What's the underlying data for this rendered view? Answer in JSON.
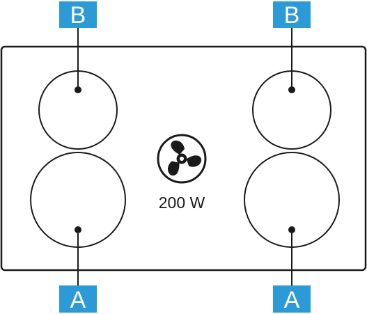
{
  "callouts": {
    "top_left": "B",
    "top_right": "B",
    "bottom_left": "A",
    "bottom_right": "A"
  },
  "center": {
    "icon": "fan-icon",
    "power_label": "200 W"
  },
  "colors": {
    "callout_fill": "#2b9ad6",
    "callout_text": "#ffffff",
    "outline": "#1a1a1a",
    "background": "#ffffff"
  }
}
